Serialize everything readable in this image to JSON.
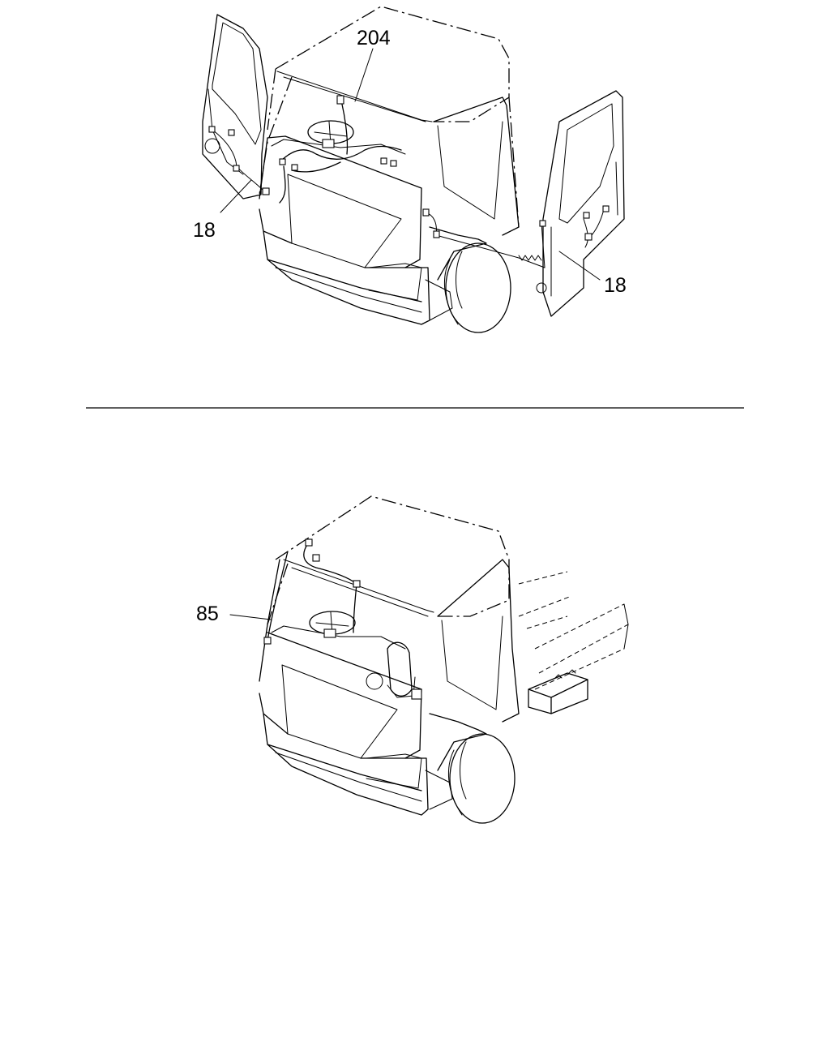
{
  "callouts": {
    "top_wheel": "204",
    "top_left_door": "18",
    "top_right_door": "18",
    "bottom_harness": "85"
  },
  "colors": {
    "ink": "#000000",
    "paper": "#ffffff"
  }
}
